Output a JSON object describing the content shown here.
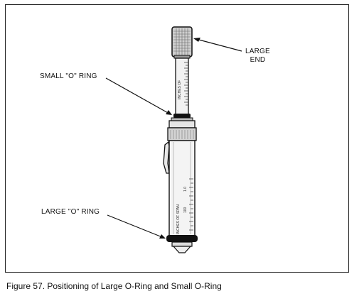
{
  "figure": {
    "caption": "Figure 57. Positioning of Large O-Ring and Small O-Ring",
    "labels": {
      "large_end_line1": "LARGE",
      "large_end_line2": "END",
      "small_o_ring": "SMALL \"O\" RING",
      "large_o_ring": "LARGE \"O\" RING"
    },
    "upper_scale_text": "INCHES OF",
    "lower_scale_text": "INCHES OF SPAN",
    "lower_scale_numbers": [
      "1.0",
      "100"
    ]
  }
}
